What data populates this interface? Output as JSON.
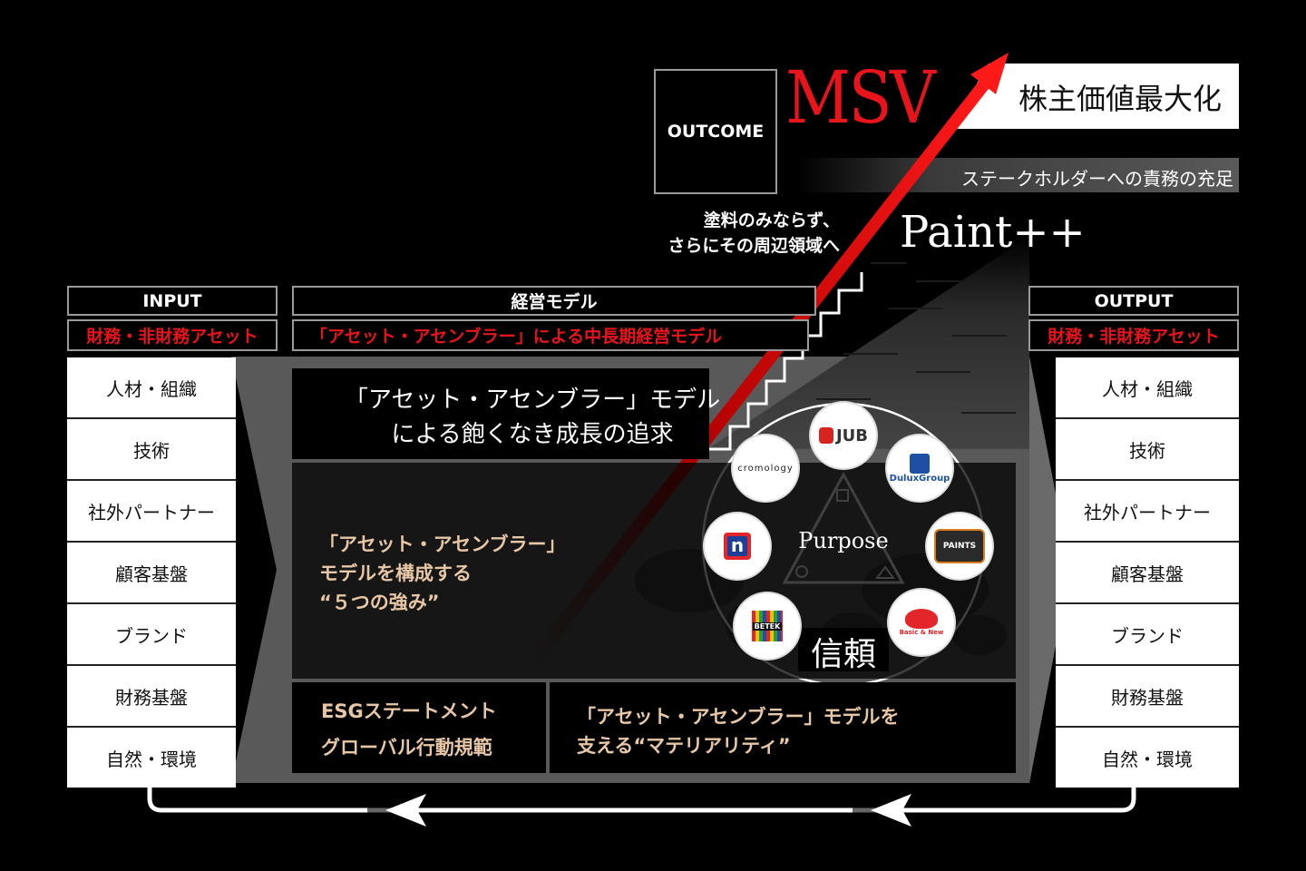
{
  "outcome": {
    "label": "OUTCOME",
    "msv": "MSV",
    "msv_meaning": "株主価値最大化",
    "stakeholder": "ステークホルダーへの責務の充足",
    "beyond_line1": "塗料のみならず、",
    "beyond_line2": "さらにその周辺領域へ",
    "paint_plus": "Paint++"
  },
  "input": {
    "header": "INPUT",
    "sub": "財務・非財務アセット",
    "items": [
      "人材・組織",
      "技術",
      "社外パートナー",
      "顧客基盤",
      "ブランド",
      "財務基盤",
      "自然・環境"
    ]
  },
  "model": {
    "header": "経営モデル",
    "sub": "「アセット・アセンブラー」による中長期経営モデル",
    "top_line1": "「アセット・アセンブラー」モデル",
    "top_line2": "による飽くなき成長の追求",
    "strengths_line1": "「アセット・アセンブラー」",
    "strengths_line2": "モデルを構成する",
    "strengths_line3": "“５つの強み”",
    "esg_line1": "ESGステートメント",
    "esg_line2": "グローバル行動規範",
    "materiality_line1": "「アセット・アセンブラー」モデルを",
    "materiality_line2": "支える“マテリアリティ”",
    "purpose": "Purpose",
    "trust": "信頼"
  },
  "logos": {
    "jub": "JUB",
    "dulux": "DuluxGroup",
    "dunn": "PAINTS",
    "basic": "Basic & New",
    "betek": "BETEK",
    "nippon": "n",
    "cromology": "cromology"
  },
  "output": {
    "header": "OUTPUT",
    "sub": "財務・非財務アセット",
    "items": [
      "人材・組織",
      "技術",
      "社外パートナー",
      "顧客基盤",
      "ブランド",
      "財務基盤",
      "自然・環境"
    ]
  },
  "colors": {
    "accent_red": "#e8141b",
    "tan": "#e7c7a5",
    "panel_gray": "#5a5a5a"
  }
}
